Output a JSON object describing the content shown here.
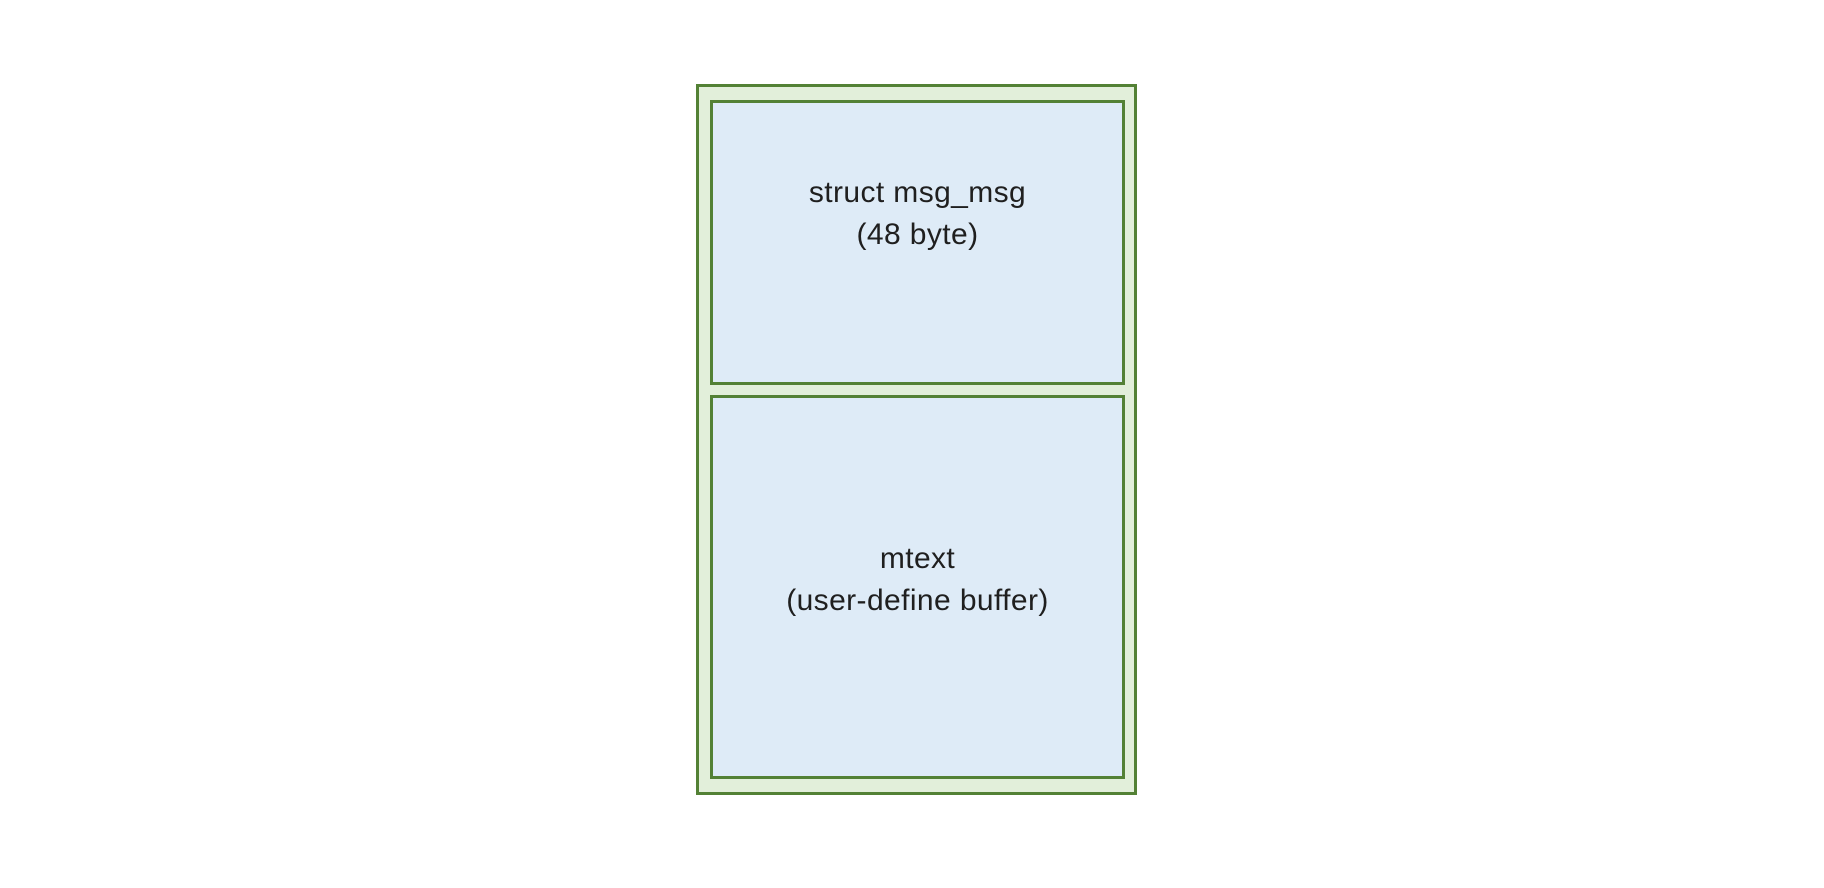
{
  "colors": {
    "page_background": "#ffffff",
    "outer_fill": "#e2efda",
    "border_green": "#538135",
    "cell_fill": "#deebf7",
    "text": "#1f1f1f"
  },
  "diagram": {
    "cells": [
      {
        "line1": "struct msg_msg",
        "line2": "(48 byte)"
      },
      {
        "line1": "mtext",
        "line2": "(user-define buffer)"
      }
    ]
  }
}
